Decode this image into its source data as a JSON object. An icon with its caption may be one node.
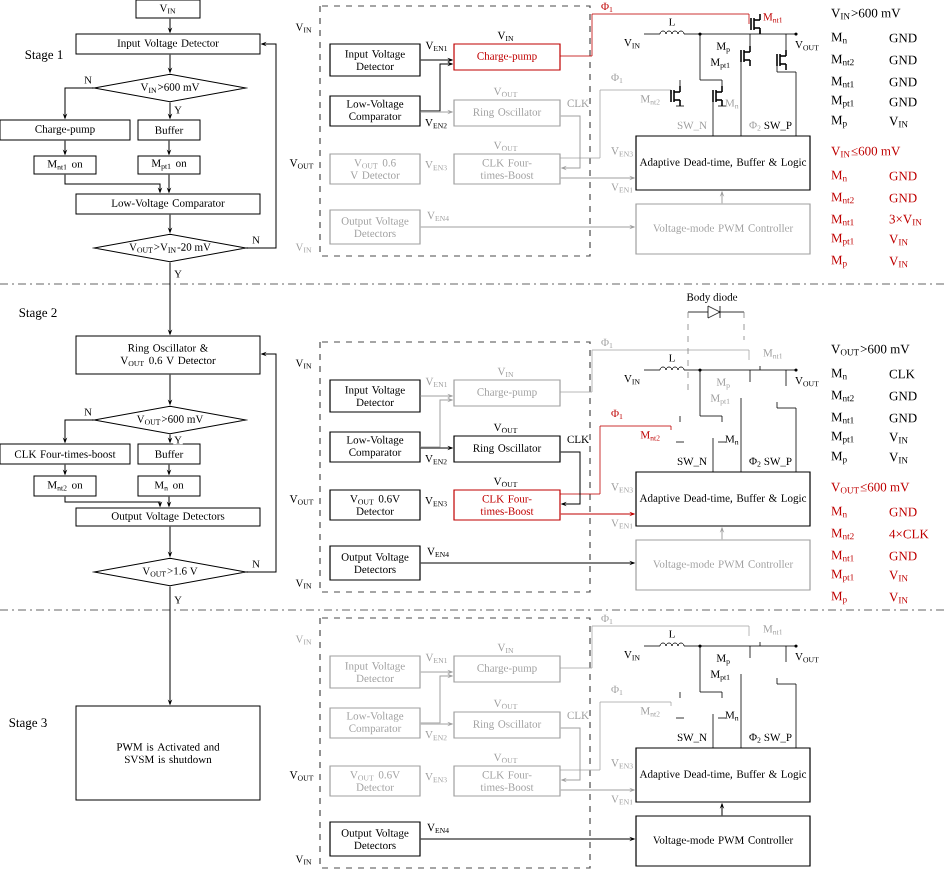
{
  "diagram": {
    "nodes": [
      {
        "text": [
          "V$_{IN}$"
        ]
      },
      {
        "text": [
          "Input Voltage Detector"
        ]
      },
      {
        "text": [
          "V$_{IN}$>600 mV"
        ]
      },
      {
        "text": [
          "Charge-pump"
        ]
      },
      {
        "text": [
          "Buffer"
        ]
      },
      {
        "text": [
          "M$_{nt1}$ on"
        ]
      },
      {
        "text": [
          "M$_{pt1}$ on"
        ]
      },
      {
        "text": [
          "Low-Voltage Comparator"
        ]
      },
      {
        "text": [
          "V$_{OUT}$>V$_{IN}$-20 mV"
        ]
      },
      {
        "text": [
          "Ring Oscillator & V$_{OUT}$ 0.6 V Detector"
        ]
      },
      {
        "text": [
          "V$_{OUT}$>600 mV"
        ]
      },
      {
        "text": [
          "CLK Four-times-boost"
        ]
      },
      {
        "text": [
          "Buffer"
        ]
      },
      {
        "text": [
          "M$_{nt2}$ on"
        ]
      },
      {
        "text": [
          "M$_{n}$ on"
        ]
      },
      {
        "text": [
          "Output Voltage Detectors"
        ]
      },
      {
        "text": [
          "V$_{OUT}$>1.6 V"
        ]
      },
      {
        "text": [
          "PWM is Activated and SVSM is shutdown"
        ]
      },
      {
        "text": [
          "Input Voltage Detector"
        ]
      },
      {
        "text": [
          "Charge-pump"
        ]
      },
      {
        "text": [
          "Low-Voltage Comparator"
        ]
      },
      {
        "text": [
          "Ring Oscillator"
        ]
      },
      {
        "text": [
          "V$_{OUT}$ 0.6 V Detector"
        ]
      },
      {
        "text": [
          "CLK Four-times-Boost"
        ]
      },
      {
        "text": [
          "Output Voltage Detectors"
        ]
      },
      {
        "text": [
          "Adaptive Dead-time, Buffer & Logic"
        ]
      },
      {
        "text": [
          "Voltage-mode PWM Controller"
        ]
      },
      {
        "text": [
          "Input Voltage Detector"
        ]
      },
      {
        "text": [
          "Charge-pump"
        ]
      },
      {
        "text": [
          "Low-Voltage Comparator"
        ]
      },
      {
        "text": [
          "Ring Oscillator"
        ]
      },
      {
        "text": [
          "V$_{OUT}$ 0.6V Detector"
        ]
      },
      {
        "text": [
          "CLK Four-times-Boost"
        ]
      },
      {
        "text": [
          "Output Voltage Detectors"
        ]
      },
      {
        "text": [
          "Adaptive Dead-time, Buffer & Logic"
        ]
      },
      {
        "text": [
          "Voltage-mode PWM Controller"
        ]
      },
      {
        "text": [
          "Input Voltage Detector"
        ]
      },
      {
        "text": [
          "Charge-pump"
        ]
      },
      {
        "text": [
          "Low-Voltage Comparator"
        ]
      },
      {
        "text": [
          "Ring Oscillator"
        ]
      },
      {
        "text": [
          "V$_{OUT}$ 0.6V Detector"
        ]
      },
      {
        "text": [
          "CLK Four-times-Boost"
        ]
      },
      {
        "text": [
          "Output Voltage Detectors"
        ]
      },
      {
        "text": [
          "Adaptive Dead-time, Buffer & Logic"
        ]
      },
      {
        "text": [
          "Voltage-mode PWM Controller"
        ]
      }
    ],
    "edges": [
      {
        "from": 0,
        "to": 1,
        "arrow": "to"
      },
      {
        "from": 1,
        "to": 2,
        "arrow": "to"
      },
      {
        "from": 2,
        "to": 3,
        "arrow": "to",
        "label": "N"
      },
      {
        "from": 2,
        "to": 4,
        "arrow": "to",
        "label": "Y"
      },
      {
        "from": 3,
        "to": 5,
        "arrow": "to"
      },
      {
        "from": 4,
        "to": 6,
        "arrow": "to"
      },
      {
        "from": 5,
        "to": 7,
        "arrow": "to"
      },
      {
        "from": 6,
        "to": 7,
        "arrow": "to"
      },
      {
        "from": 7,
        "to": 8,
        "arrow": "to"
      },
      {
        "from": 8,
        "to": 1,
        "arrow": "to",
        "label": "N"
      },
      {
        "from": 8,
        "to": 9,
        "arrow": "to",
        "label": "Y"
      },
      {
        "from": 9,
        "to": 10,
        "arrow": "to"
      },
      {
        "from": 10,
        "to": 11,
        "arrow": "to",
        "label": "N"
      },
      {
        "from": 10,
        "to": 12,
        "arrow": "to",
        "label": "Y"
      },
      {
        "from": 11,
        "to": 13,
        "arrow": "to"
      },
      {
        "from": 12,
        "to": 14,
        "arrow": "to"
      },
      {
        "from": 13,
        "to": 15,
        "arrow": "to"
      },
      {
        "from": 14,
        "to": 15,
        "arrow": "to"
      },
      {
        "from": 15,
        "to": 16,
        "arrow": "to"
      },
      {
        "from": 16,
        "to": 9,
        "arrow": "to",
        "label": "N"
      },
      {
        "from": 16,
        "to": 17,
        "arrow": "to",
        "label": "Y"
      },
      {
        "from": 18,
        "to": 19,
        "arrow": "to"
      },
      {
        "from": 20,
        "to": 19,
        "arrow": "to"
      },
      {
        "from": 20,
        "to": 21,
        "arrow": "to",
        "color": "#a0a0a0"
      },
      {
        "from": 21,
        "to": 23,
        "arrow": "to",
        "color": "#a0a0a0"
      },
      {
        "from": 23,
        "to": 25,
        "arrow": "to",
        "color": "#a0a0a0"
      },
      {
        "from": 24,
        "to": 26,
        "arrow": "to",
        "color": "#a0a0a0"
      },
      {
        "from": 26,
        "to": 25,
        "arrow": "to",
        "color": "#a0a0a0"
      },
      {
        "from": 27,
        "to": 28,
        "arrow": "to",
        "color": "#a0a0a0"
      },
      {
        "from": 29,
        "to": 28,
        "arrow": "to",
        "color": "#a0a0a0"
      },
      {
        "from": 29,
        "to": 30,
        "arrow": "to"
      },
      {
        "from": 30,
        "to": 32,
        "arrow": "to"
      },
      {
        "from": 32,
        "to": 34,
        "arrow": "to",
        "color": "#c00000"
      },
      {
        "from": 33,
        "to": 35,
        "arrow": "to"
      },
      {
        "from": 35,
        "to": 34,
        "arrow": "to",
        "color": "#a0a0a0"
      },
      {
        "from": 36,
        "to": 37,
        "arrow": "to",
        "color": "#a0a0a0"
      },
      {
        "from": 38,
        "to": 37,
        "arrow": "to",
        "color": "#a0a0a0"
      },
      {
        "from": 38,
        "to": 39,
        "arrow": "to",
        "color": "#a0a0a0"
      },
      {
        "from": 39,
        "to": 41,
        "arrow": "to",
        "color": "#a0a0a0"
      },
      {
        "from": 41,
        "to": 43,
        "arrow": "to",
        "color": "#a0a0a0"
      },
      {
        "from": 42,
        "to": 44,
        "arrow": "to"
      },
      {
        "from": 44,
        "to": 43,
        "arrow": "to"
      }
    ],
    "labels": [
      "Stage 1",
      "Stage 2",
      "Stage 3",
      "V$_{IN}$",
      "V$_{EN1}$",
      "V$_{IN}$",
      "V$_{OUT}$",
      "V$_{EN2}$",
      "V$_{OUT}$",
      "CLK",
      "V$_{OUT}$",
      "V$_{EN3}$",
      "V$_{EN4}$",
      "V$_{IN}$",
      "V$_{EN3}$",
      "V$_{EN1}$",
      "Φ$_{1}$",
      "L",
      "V$_{IN}$",
      "V$_{OUT}$",
      "M$_{nt1}$",
      "M$_{p}$",
      "M$_{pt1}$",
      "M$_{nt2}$",
      "M$_{n}$",
      "Φ$_{1}$",
      "SW_N",
      "Φ$_{2}$",
      "SW_P",
      "V$_{IN}$>600 mV",
      "M$_{n}$",
      "GND",
      "M$_{nt2}$",
      "GND",
      "M$_{nt1}$",
      "GND",
      "M$_{pt1}$",
      "GND",
      "M$_{p}$",
      "V$_{IN}$",
      "V$_{IN}$≤600 mV",
      "M$_{n}$",
      "GND",
      "M$_{nt2}$",
      "GND",
      "M$_{nt1}$",
      "3×V$_{IN}$",
      "M$_{pt1}$",
      "V$_{IN}$",
      "M$_{p}$",
      "V$_{IN}$",
      "Body diode",
      "V$_{IN}$",
      "V$_{EN1}$",
      "V$_{IN}$",
      "V$_{OUT}$",
      "V$_{EN2}$",
      "V$_{OUT}$",
      "CLK",
      "V$_{OUT}$",
      "V$_{EN3}$",
      "V$_{EN4}$",
      "V$_{IN}$",
      "V$_{EN3}$",
      "V$_{EN1}$",
      "Φ$_{1}$",
      "L",
      "V$_{IN}$",
      "V$_{OUT}$",
      "M$_{nt1}$",
      "M$_{p}$",
      "M$_{pt1}$",
      "M$_{nt2}$",
      "M$_{n}$",
      "Φ$_{1}$",
      "SW_N",
      "Φ$_{2}$",
      "SW_P",
      "V$_{OUT}$>600 mV",
      "M$_{n}$",
      "CLK",
      "M$_{nt2}$",
      "GND",
      "M$_{nt1}$",
      "GND",
      "M$_{pt1}$",
      "V$_{IN}$",
      "M$_{p}$",
      "V$_{IN}$",
      "V$_{OUT}$≤600 mV",
      "M$_{n}$",
      "GND",
      "M$_{nt2}$",
      "4×CLK",
      "M$_{nt1}$",
      "GND",
      "M$_{pt1}$",
      "V$_{IN}$",
      "M$_{p}$",
      "V$_{IN}$",
      "V$_{IN}$",
      "V$_{EN1}$",
      "V$_{IN}$",
      "V$_{OUT}$",
      "V$_{EN2}$",
      "V$_{OUT}$",
      "CLK",
      "V$_{OUT}$",
      "V$_{EN3}$",
      "V$_{EN4}$",
      "V$_{IN}$",
      "V$_{EN3}$",
      "V$_{EN1}$",
      "Φ$_{1}$",
      "L",
      "V$_{IN}$",
      "V$_{OUT}$",
      "M$_{nt1}$",
      "M$_{p}$",
      "M$_{pt1}$",
      "M$_{nt2}$",
      "M$_{n}$",
      "Φ$_{1}$",
      "SW_N",
      "Φ$_{2}$",
      "SW_P"
    ]
  }
}
